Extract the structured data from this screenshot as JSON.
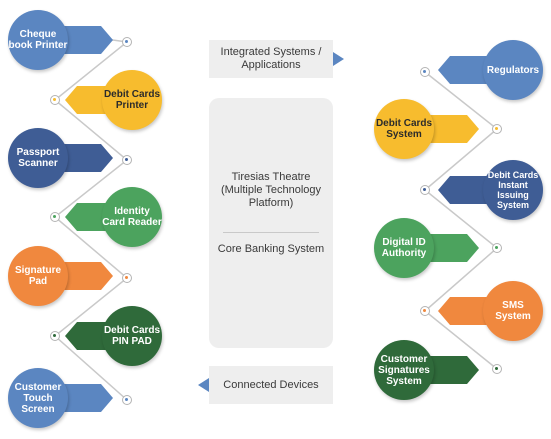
{
  "integrated_label": "Integrated Systems / Applications",
  "connected_label": "Connected Devices",
  "center_top": "Tiresias Theatre (Multiple Technology Platform)",
  "center_bottom": "Core Banking System",
  "colors": {
    "blue": "#5b86c1",
    "navy": "#3f5d95",
    "yellow": "#f7bc2e",
    "green": "#4ca35e",
    "orange": "#f0883e",
    "dark_green": "#2f6a3a"
  },
  "left_nodes": [
    {
      "label": "Cheque book Printer",
      "color": "blue"
    },
    {
      "label": "Debit Cards Printer",
      "color": "yellow"
    },
    {
      "label": "Passport Scanner",
      "color": "navy"
    },
    {
      "label": "Identity Card Reader",
      "color": "green"
    },
    {
      "label": "Signature Pad",
      "color": "orange"
    },
    {
      "label": "Debit Cards PIN PAD",
      "color": "dark_green"
    },
    {
      "label": "Customer Touch Screen",
      "color": "blue"
    }
  ],
  "right_nodes": [
    {
      "label": "Regulators",
      "color": "blue"
    },
    {
      "label": "Debit Cards System",
      "color": "yellow"
    },
    {
      "label": "Debit Cards Instant Issuing System",
      "color": "navy"
    },
    {
      "label": "Digital ID Authority",
      "color": "green"
    },
    {
      "label": "SMS System",
      "color": "orange"
    },
    {
      "label": "Customer Signatures System",
      "color": "dark_green"
    }
  ]
}
